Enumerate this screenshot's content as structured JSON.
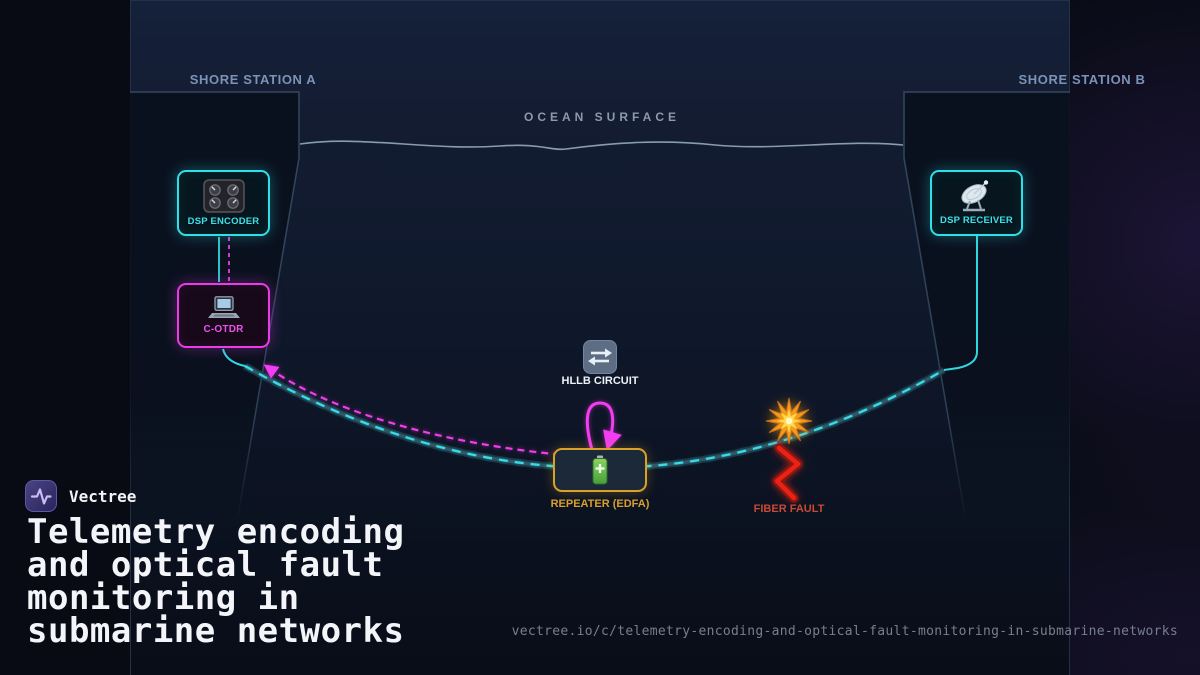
{
  "brand": {
    "name": "Vectree",
    "logo_icon": "pulse-wave-icon"
  },
  "title": "Telemetry encoding\nand optical fault\nmonitoring in\nsubmarine networks",
  "footer_url": "vectree.io/c/telemetry-encoding-and-optical-fault-monitoring-in-submarine-networks",
  "diagram": {
    "labels": {
      "shore_station_a": "SHORE STATION A",
      "shore_station_b": "SHORE STATION B",
      "ocean_surface": "OCEAN SURFACE"
    },
    "nodes": {
      "dsp_encoder": {
        "label": "DSP ENCODER",
        "icon": "mixer-knobs-icon",
        "accent": "#2fe0e6"
      },
      "c_otdr": {
        "label": "C-OTDR",
        "icon": "laptop-icon",
        "accent": "#e93ce9"
      },
      "dsp_receiver": {
        "label": "DSP RECEIVER",
        "icon": "satellite-dish-icon",
        "accent": "#2fe0e6"
      },
      "hllb_circuit": {
        "label": "HLLB CIRCUIT",
        "icon": "loopback-arrows-icon",
        "accent": "#edf2f7"
      },
      "repeater": {
        "label": "REPEATER (EDFA)",
        "icon": "battery-icon",
        "accent": "#d7a02e"
      },
      "fiber_fault": {
        "label": "FIBER FAULT",
        "icon": "explosion-icon",
        "accent": "#c94836"
      }
    },
    "colors": {
      "cable_base": "#1c3642",
      "cable_dash": "#3adbe8",
      "telemetry_magenta": "#f03cea",
      "amber": "#d9a127",
      "fault_red": "#ea2317",
      "steel_label": "#7b93b6",
      "panel_border": "#223349"
    }
  }
}
